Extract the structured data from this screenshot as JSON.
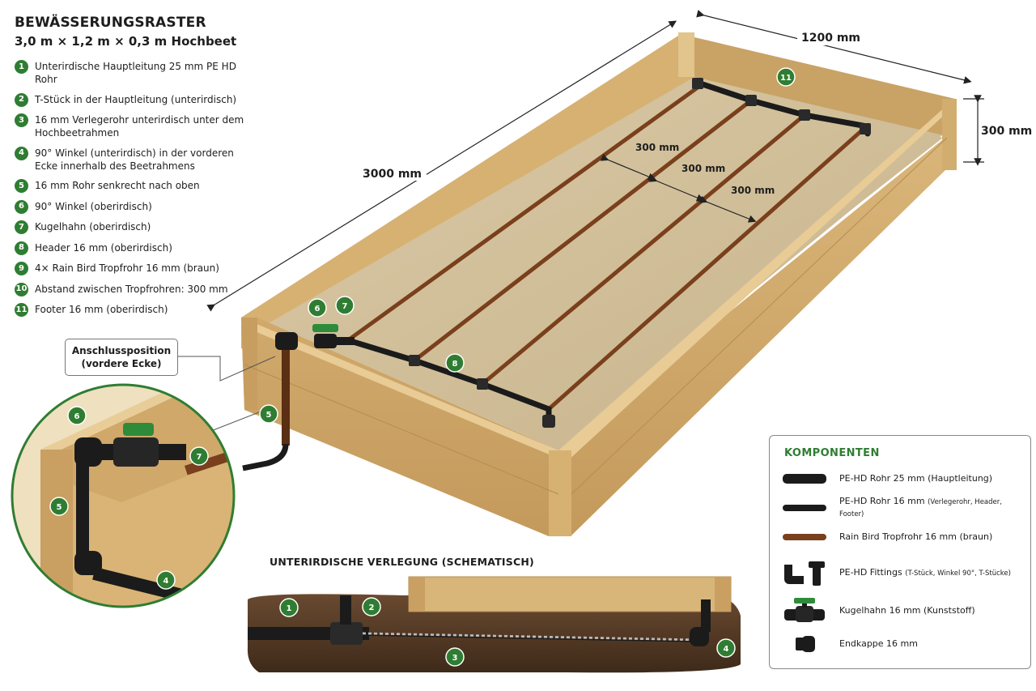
{
  "header": {
    "title": "BEWÄSSERUNGSRASTER",
    "subtitle": "3,0 m × 1,2 m × 0,3 m Hochbeet"
  },
  "legend": [
    {
      "num": "1",
      "text": "Unterirdische Hauptleitung 25 mm PE HD Rohr"
    },
    {
      "num": "2",
      "text": "T-Stück in der Hauptleitung (unterirdisch)"
    },
    {
      "num": "3",
      "text": "16 mm Verlegerohr unterirdisch unter dem Hochbeetrahmen"
    },
    {
      "num": "4",
      "text": "90° Winkel (unterirdisch) in der vorderen Ecke innerhalb des Beetrahmens"
    },
    {
      "num": "5",
      "text": "16 mm Rohr senkrecht nach oben"
    },
    {
      "num": "6",
      "text": "90° Winkel (oberirdisch)"
    },
    {
      "num": "7",
      "text": "Kugelhahn (oberirdisch)"
    },
    {
      "num": "8",
      "text": "Header 16 mm (oberirdisch)"
    },
    {
      "num": "9",
      "text": "4× Rain Bird Tropfrohr 16 mm (braun)"
    },
    {
      "num": "10",
      "text": "Abstand zwischen Tropfrohren: 300 mm"
    },
    {
      "num": "11",
      "text": "Footer 16 mm (oberirdisch)"
    }
  ],
  "dimensions": {
    "length": "3000 mm",
    "width": "1200 mm",
    "height": "300 mm",
    "spacing": [
      "300 mm",
      "300 mm",
      "300 mm"
    ]
  },
  "callout": {
    "line1": "Anschlussposition",
    "line2": "(vordere Ecke)"
  },
  "badges": {
    "b1": "1",
    "b2": "2",
    "b3": "3",
    "b4": "4",
    "b5": "5",
    "b6": "6",
    "b7": "7",
    "b8": "8",
    "b11": "11"
  },
  "schematic": {
    "title": "UNTERIRDISCHE VERLEGUNG (SCHEMATISCH)"
  },
  "components": {
    "title": "KOMPONENTEN",
    "items": [
      {
        "icon": "pipe-25-icon",
        "label": "PE-HD Rohr 25 mm (Hauptleitung)",
        "note": ""
      },
      {
        "icon": "pipe-16-icon",
        "label": "PE-HD Rohr 16 mm",
        "note": "(Verlegerohr, Header, Footer)"
      },
      {
        "icon": "drip-pipe-icon",
        "label": "Rain Bird Tropfrohr 16 mm (braun)",
        "note": ""
      },
      {
        "icon": "fittings-icon",
        "label": "PE-HD Fittings",
        "note": "(T-Stück, Winkel 90°, T-Stücke)"
      },
      {
        "icon": "ball-valve-icon",
        "label": "Kugelhahn 16 mm (Kunststoff)",
        "note": ""
      },
      {
        "icon": "end-cap-icon",
        "label": "Endkappe 16 mm",
        "note": ""
      }
    ]
  },
  "colors": {
    "accent": "#2f7d32",
    "pipe": "#1b1b1b",
    "drip": "#7a3f1c",
    "wood": "#d8b67a",
    "soil": "#cbb894"
  }
}
